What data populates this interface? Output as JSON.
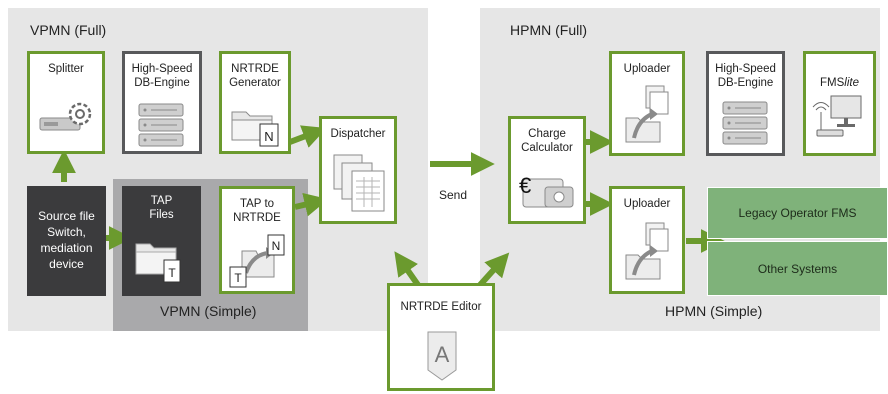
{
  "colors": {
    "accent_green": "#6b9a2e",
    "arrow_green": "#6b9a2e",
    "region_gray": "#e6e6e6",
    "vpmn_simple_gray": "#a9a9ab",
    "dark_box": "#3b3b3d",
    "legacy_green": "#7fb27a"
  },
  "regions": {
    "vpmn_full": "VPMN (Full)",
    "vpmn_simple": "VPMN (Simple)",
    "hpmn_full": "HPMN (Full)",
    "hpmn_simple": "HPMN (Simple)"
  },
  "nodes": {
    "splitter": "Splitter",
    "db_engine_left": "High-Speed\nDB-Engine",
    "nrtrde_generator": "NRTRDE\nGenerator",
    "dispatcher": "Dispatcher",
    "source_file": "Source file\nSwitch,\nmediation\ndevice",
    "tap_files": "TAP\nFiles",
    "tap_to_nrtrde": "TAP to\nNRTRDE",
    "charge_calculator": "Charge\nCalculator",
    "uploader_top": "Uploader",
    "db_engine_right": "High-Speed\nDB-Engine",
    "fms_prefix": "FMS",
    "fms_suffix": "lite",
    "uploader_bottom": "Uploader",
    "legacy_fms": "Legacy Operator FMS",
    "other_systems": "Other Systems",
    "nrtrde_editor": "NRTRDE Editor"
  },
  "connectors": {
    "send": "Send"
  },
  "icon_glyphs": {
    "n_letter": "N",
    "t_letter": "T",
    "a_letter": "A",
    "euro": "€"
  },
  "icons": [
    "gear-device-icon",
    "server-stack-icon",
    "folder-n-icon",
    "documents-icon",
    "folder-t-icon",
    "tap-convert-icon",
    "euro-wallet-icon",
    "upload-folder-icon",
    "monitor-antenna-icon",
    "editor-a-icon"
  ]
}
